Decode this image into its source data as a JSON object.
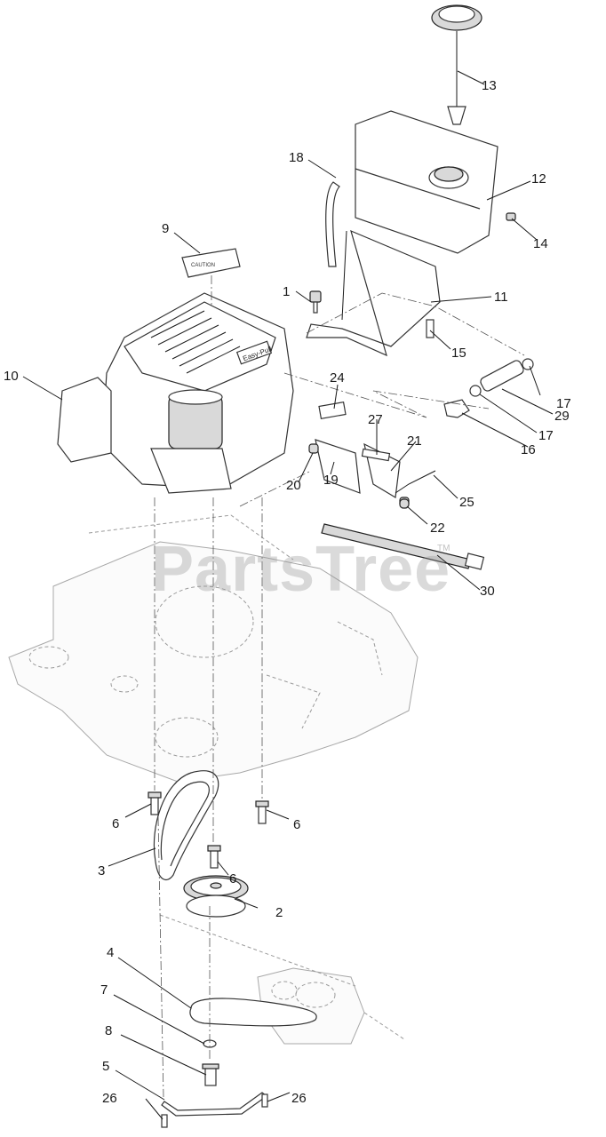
{
  "watermark": {
    "text": "PartsTree",
    "trademark": "TM"
  },
  "callouts": [
    "1",
    "2",
    "3",
    "4",
    "5",
    "6",
    "6",
    "6",
    "7",
    "8",
    "9",
    "10",
    "11",
    "12",
    "13",
    "14",
    "15",
    "16",
    "17",
    "17",
    "18",
    "19",
    "20",
    "21",
    "22",
    "24",
    "25",
    "26",
    "26",
    "27",
    "29",
    "30"
  ],
  "decal_text": "CAUTION",
  "cover_label": "Easy-Pull",
  "colors": {
    "ink": "#1a1a1a",
    "ghost": "#9a9a9a",
    "watermark": "#969696"
  }
}
